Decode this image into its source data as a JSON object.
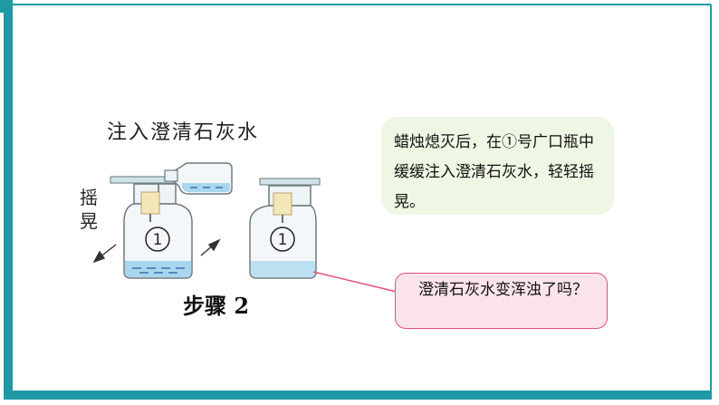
{
  "title": "注入澄清石灰水",
  "shake_label": "摇晃",
  "step_label": "步骤 2",
  "jar_label": "①",
  "note_green": "蜡烛熄灭后，在①号广口瓶中缓缓注入澄清石灰水，轻轻摇晃。",
  "question_pink": "澄清石灰水变浑浊了吗？",
  "colors": {
    "frame": "#1f9aa5",
    "water": "#a9d6ef",
    "green_bubble": "#eef7e3",
    "pink_border": "#e2507e"
  }
}
